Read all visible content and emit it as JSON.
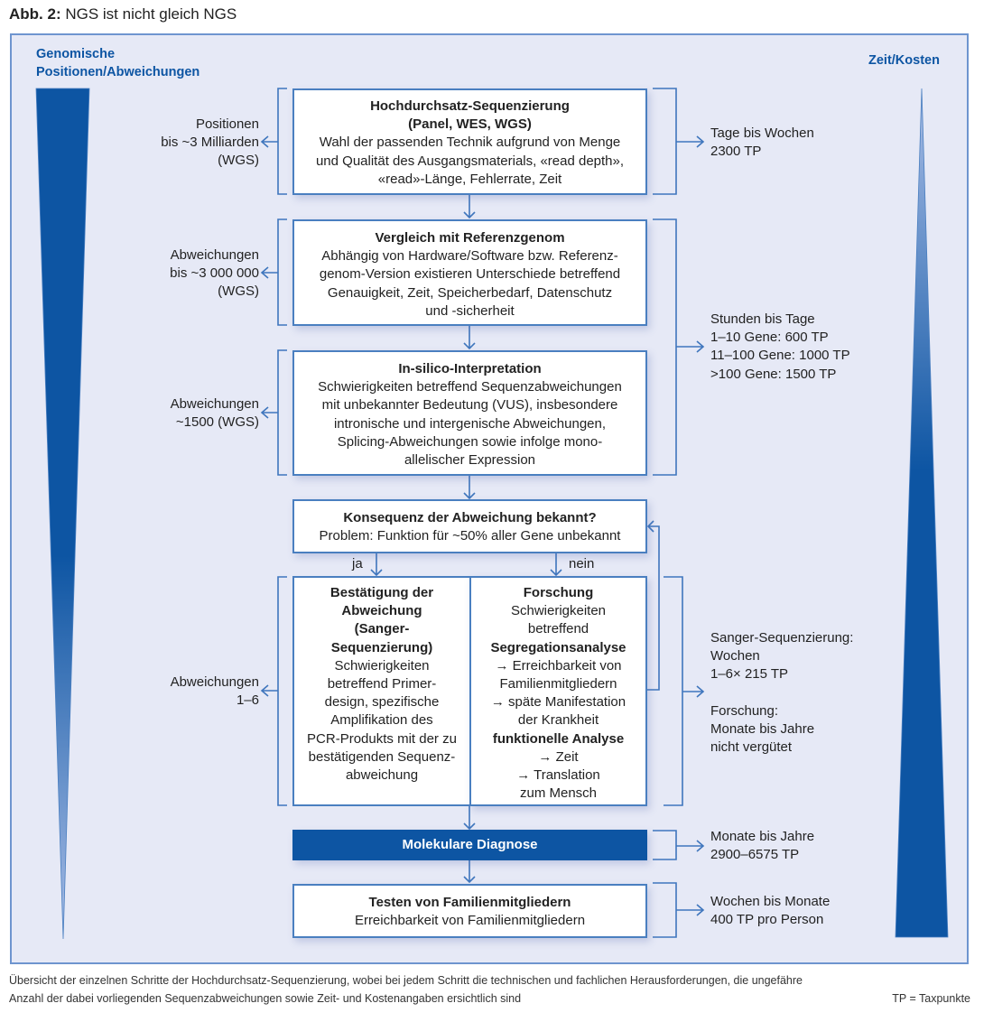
{
  "figure": {
    "label": "Abb. 2:",
    "title": "NGS ist nicht gleich NGS"
  },
  "axes": {
    "left_title": [
      "Genomische",
      "Positionen/Abweichungen"
    ],
    "right_title": "Zeit/Kosten"
  },
  "colors": {
    "accent": "#0d55a3",
    "panel_bg": "#e6e9f6",
    "line": "#4a7fc0"
  },
  "steps": [
    {
      "title": [
        "Hochdurchsatz-Sequenzierung",
        "(Panel, WES, WGS)"
      ],
      "body": [
        "Wahl der passenden Technik aufgrund von Menge",
        "und Qualität des Ausgangsmaterials, «read depth»,",
        "«read»-Länge, Fehlerrate, Zeit"
      ]
    },
    {
      "title": [
        "Vergleich mit Referenzgenom"
      ],
      "body": [
        "Abhängig von Hardware/Software bzw. Referenz-",
        "genom-Version existieren Unterschiede betreffend",
        "Genauigkeit, Zeit, Speicherbedarf, Datenschutz",
        "und -sicherheit"
      ]
    },
    {
      "title": [
        "In-silico-Interpretation"
      ],
      "body": [
        "Schwierigkeiten betreffend Sequenzabweichungen",
        "mit unbekannter Bedeutung (VUS), insbesondere",
        "intronische und intergenische Abweichungen,",
        "Splicing-Abweichungen sowie infolge mono-",
        "allelischer Expression"
      ]
    },
    {
      "title": [
        "Konsequenz der Abweichung bekannt?"
      ],
      "body": [
        "Problem: Funktion für ~50% aller Gene unbekannt"
      ]
    }
  ],
  "branches": {
    "yes_label": "ja",
    "no_label": "nein",
    "confirm": {
      "title": [
        "Bestätigung der",
        "Abweichung",
        "(Sanger-",
        "Sequenzierung)"
      ],
      "body": [
        "Schwierigkeiten",
        "betreffend Primer-",
        "design, spezifische",
        "Amplifikation des",
        "PCR-Produkts mit der zu",
        "bestätigenden Sequenz-",
        "abweichung"
      ]
    },
    "research": {
      "lines": [
        {
          "text": "Forschung",
          "bold": true
        },
        {
          "text": "Schwierigkeiten",
          "bold": false
        },
        {
          "text": "betreffend",
          "bold": false
        },
        {
          "text": "Segregationsanalyse",
          "bold": true
        },
        {
          "text": "→ Erreichbarkeit von",
          "bold": false
        },
        {
          "text": "Familienmitgliedern",
          "bold": false
        },
        {
          "text": "→ späte Manifestation",
          "bold": false
        },
        {
          "text": "der Krankheit",
          "bold": false
        },
        {
          "text": "funktionelle Analyse",
          "bold": true
        },
        {
          "text": "→ Zeit",
          "bold": false
        },
        {
          "text": "→ Translation",
          "bold": false
        },
        {
          "text": "zum Mensch",
          "bold": false
        }
      ]
    }
  },
  "diagnosis": {
    "title": "Molekulare Diagnose"
  },
  "family": {
    "title": "Testen von Familienmitgliedern",
    "body": "Erreichbarkeit von Familienmitgliedern"
  },
  "left_labels": [
    [
      "Positionen",
      "bis ~3 Milliarden",
      "(WGS)"
    ],
    [
      "Abweichungen",
      "bis ~3 000 000",
      "(WGS)"
    ],
    [
      "Abweichungen",
      "~1500 (WGS)"
    ],
    [
      "Abweichungen",
      "1–6"
    ]
  ],
  "right_labels": [
    [
      "Tage bis Wochen",
      "2300 TP"
    ],
    [
      "Stunden bis Tage",
      "1–10 Gene: 600 TP",
      "11–100 Gene: 1000 TP",
      ">100 Gene: 1500 TP"
    ],
    [
      "Sanger-Sequenzierung:",
      "Wochen",
      "1–6× 215 TP",
      "",
      "Forschung:",
      "Monate bis Jahre",
      "nicht vergütet"
    ],
    [
      "Monate bis Jahre",
      "2900–6575 TP"
    ],
    [
      "Wochen bis Monate",
      "400 TP pro Person"
    ]
  ],
  "caption": {
    "text": [
      "Übersicht der einzelnen Schritte der Hochdurchsatz-Sequenzierung, wobei bei jedem Schritt die technischen und fachlichen Herausforderungen, die ungefähre",
      "Anzahl der dabei vorliegenden Sequenzabweichungen sowie Zeit- und Kostenangaben ersichtlich sind"
    ],
    "legend": "TP = Taxpunkte"
  }
}
